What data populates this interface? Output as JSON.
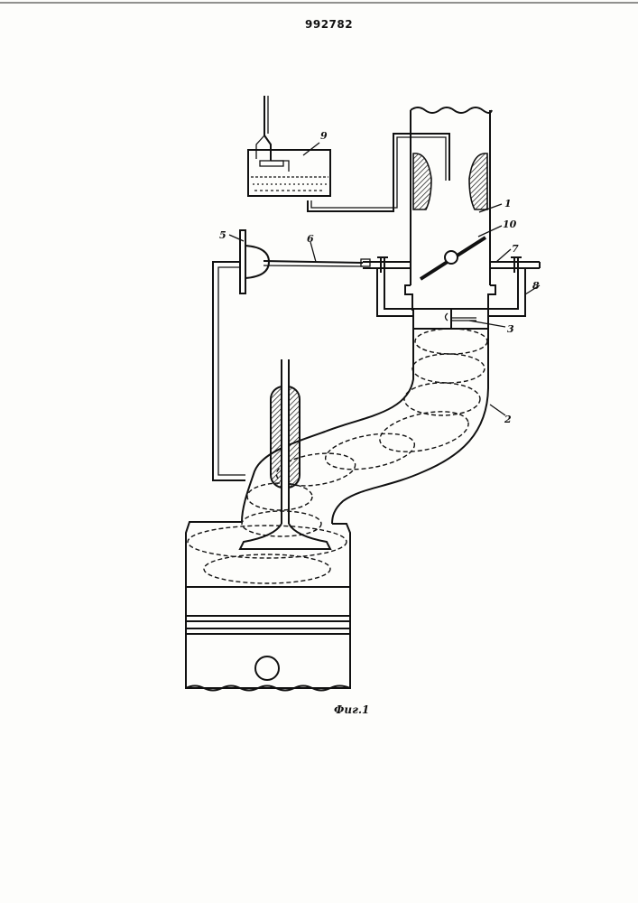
{
  "header": {
    "patent_number": "992782"
  },
  "labels": {
    "l1": "1",
    "l2": "2",
    "l3": "3",
    "l5": "5",
    "l6": "6",
    "l7": "7",
    "l8": "8",
    "l9": "9",
    "l10": "10"
  },
  "caption": "Фиг.1"
}
